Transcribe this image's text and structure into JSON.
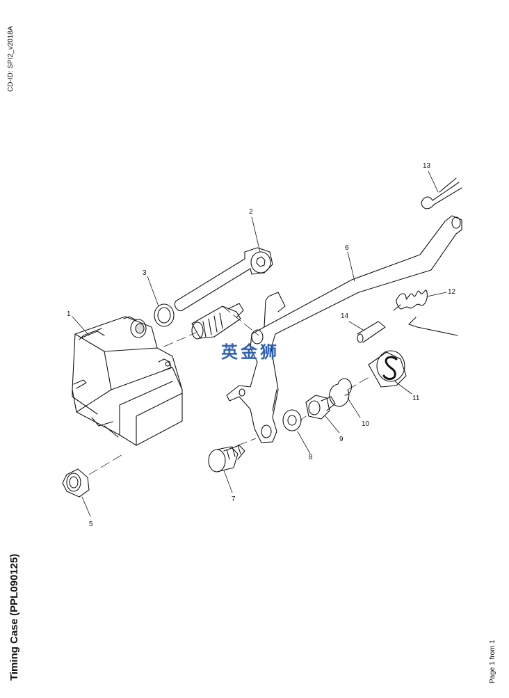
{
  "header": {
    "cd_id": "CD-ID: SPI2_v2018A"
  },
  "footer": {
    "title": "Timing Case (PPL090125)",
    "page": "Page 1 from 1"
  },
  "watermark": {
    "text": "英金狮",
    "color": "#2f62b5"
  },
  "callouts": [
    "1",
    "2",
    "3",
    "5",
    "6",
    "7",
    "8",
    "9",
    "10",
    "11",
    "12",
    "13",
    "14"
  ]
}
